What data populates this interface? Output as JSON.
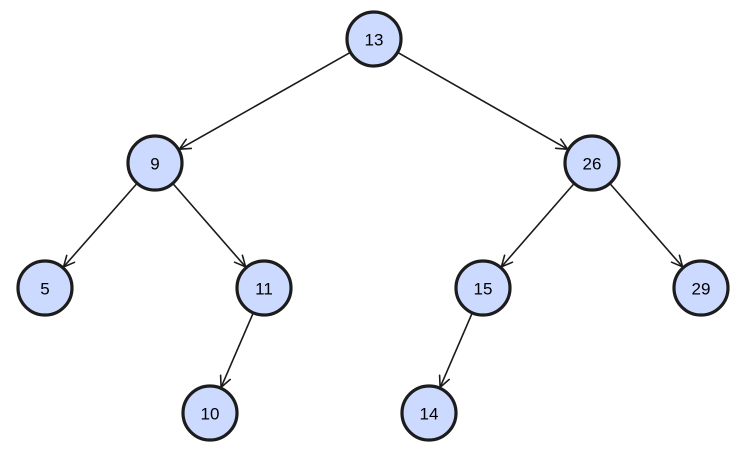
{
  "tree": {
    "nodes": [
      {
        "id": "n13",
        "label": "13"
      },
      {
        "id": "n9",
        "label": "9"
      },
      {
        "id": "n26",
        "label": "26"
      },
      {
        "id": "n5",
        "label": "5"
      },
      {
        "id": "n11",
        "label": "11"
      },
      {
        "id": "n15",
        "label": "15"
      },
      {
        "id": "n29",
        "label": "29"
      },
      {
        "id": "n10",
        "label": "10"
      },
      {
        "id": "n14",
        "label": "14"
      }
    ],
    "edges": [
      {
        "from": "n13",
        "to": "n9"
      },
      {
        "from": "n13",
        "to": "n26"
      },
      {
        "from": "n9",
        "to": "n5"
      },
      {
        "from": "n9",
        "to": "n11"
      },
      {
        "from": "n11",
        "to": "n10"
      },
      {
        "from": "n26",
        "to": "n15"
      },
      {
        "from": "n26",
        "to": "n29"
      },
      {
        "from": "n15",
        "to": "n14"
      }
    ],
    "colors": {
      "node_fill": "#ccdaff",
      "node_stroke": "#1c1c1c",
      "edge": "#1a1a1a"
    }
  }
}
